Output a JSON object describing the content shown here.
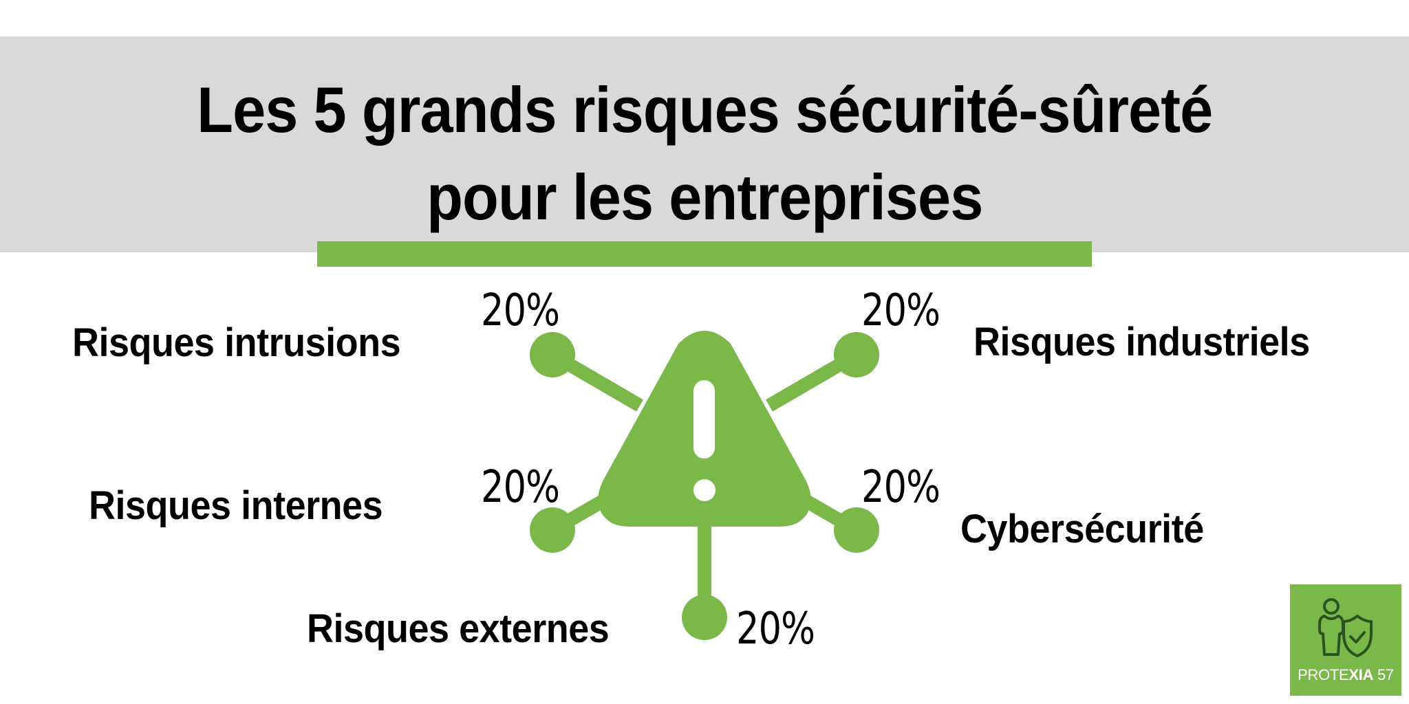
{
  "header": {
    "title_line1": "Les 5 grands risques sécurité-sûreté",
    "title_line2": "pour les entreprises"
  },
  "colors": {
    "header_band": "#d9d9d9",
    "accent_green": "#7ab84a",
    "text": "#000000",
    "logo_green": "#7ab84a",
    "logo_icon_stroke": "#2b5220"
  },
  "diagram": {
    "center_icon": "warning-triangle-icon",
    "risks": [
      {
        "id": "intrusions",
        "label": "Risques intrusions",
        "percent": "20%",
        "position": "top-left"
      },
      {
        "id": "industriels",
        "label": "Risques industriels",
        "percent": "20%",
        "position": "top-right"
      },
      {
        "id": "internes",
        "label": "Risques internes",
        "percent": "20%",
        "position": "middle-left"
      },
      {
        "id": "cyber",
        "label": "Cybersécurité",
        "percent": "20%",
        "position": "middle-right"
      },
      {
        "id": "externes",
        "label": "Risques externes",
        "percent": "20%",
        "position": "bottom"
      }
    ]
  },
  "chart_data": {
    "type": "pie",
    "title": "Les 5 grands risques sécurité-sûreté pour les entreprises",
    "categories": [
      "Risques intrusions",
      "Risques industriels",
      "Risques internes",
      "Cybersécurité",
      "Risques externes"
    ],
    "values": [
      20,
      20,
      20,
      20,
      20
    ],
    "unit": "%"
  },
  "logo": {
    "text_regular_1": "PROTE",
    "text_bold": "XIA",
    "text_regular_2": " 57",
    "icon": "person-shield-check-icon"
  }
}
